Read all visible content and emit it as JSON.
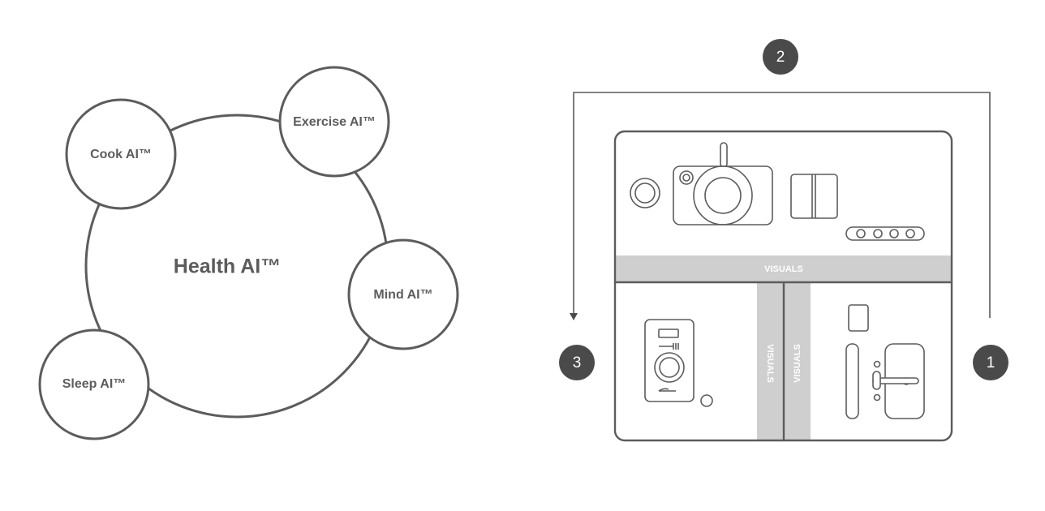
{
  "health_diagram": {
    "center_label": "Health AI™",
    "satellites": [
      {
        "id": "cook",
        "label": "Cook AI™"
      },
      {
        "id": "exercise",
        "label": "Exercise AI™"
      },
      {
        "id": "mind",
        "label": "Mind AI™"
      },
      {
        "id": "sleep",
        "label": "Sleep AI™"
      }
    ]
  },
  "kitchen_plan": {
    "steps": [
      "1",
      "2",
      "3"
    ],
    "visuals_label": "VISUALS"
  }
}
